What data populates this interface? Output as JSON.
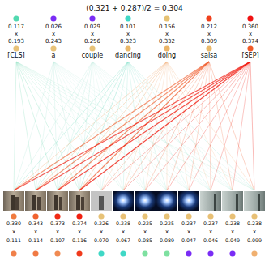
{
  "diagram": {
    "title": "(0.321 + 0.287)/2 = 0.304",
    "labels": [
      "0.117",
      "0.026",
      "0.029",
      "0.101",
      "0.156",
      "0.212",
      "0.360",
      "x",
      "x",
      "x",
      "x",
      "x",
      "x",
      "x",
      "0.193",
      "0.243",
      "0.256",
      "0.323",
      "0.332",
      "0.309",
      "0.374",
      "[CLS]",
      "a",
      "couple",
      "dancing",
      "doing",
      "salsa",
      "[SEP]",
      "0.330",
      "0.343",
      "0.373",
      "0.374",
      "0.226",
      "0.238",
      "0.225",
      "0.225",
      "0.237",
      "0.237",
      "0.238",
      "0.238",
      "x",
      "x",
      "x",
      "x",
      "x",
      "x",
      "x",
      "x",
      "x",
      "x",
      "x",
      "x",
      "0.111",
      "0.114",
      "0.107",
      "0.116",
      "0.070",
      "0.067",
      "0.085",
      "0.089",
      "0.047",
      "0.046",
      "0.049",
      "0.099"
    ]
  }
}
